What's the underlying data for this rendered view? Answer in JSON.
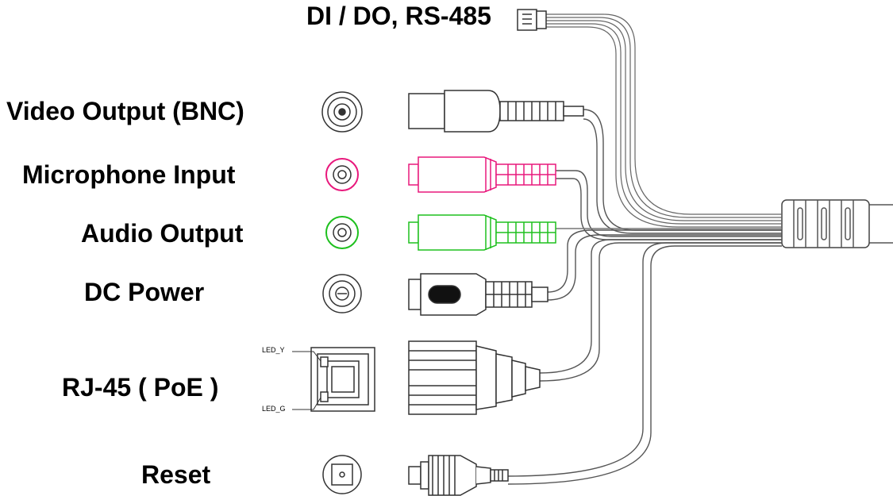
{
  "labels": {
    "dio": "DI / DO, RS-485",
    "video": "Video Output (BNC)",
    "mic": "Microphone Input",
    "audio_out": "Audio Output",
    "dc_power": "DC Power",
    "rj45": "RJ-45 ( PoE )",
    "reset": "Reset",
    "led_y": "LED_Y",
    "led_g": "LED_G"
  },
  "colors": {
    "line": "#333333",
    "mic": "#e8187c",
    "audio_out": "#1ec01e"
  }
}
